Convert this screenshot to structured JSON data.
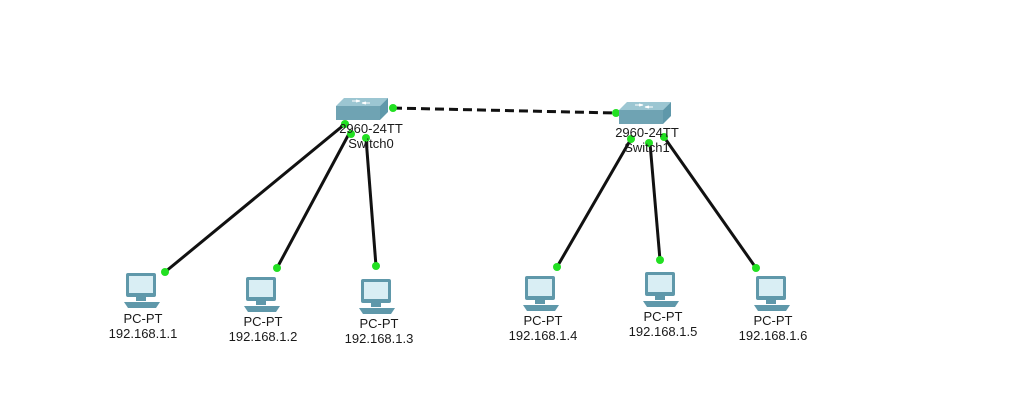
{
  "colors": {
    "link": "#111111",
    "port_up": "#22e022",
    "switch_body": "#6fa3b3",
    "switch_top": "#9cc6d2",
    "pc_body": "#5f98aa",
    "pc_screen": "#d9eef4"
  },
  "switches": [
    {
      "id": "switch0",
      "model": "2960-24TT",
      "name": "Switch0",
      "icon": "switch-icon"
    },
    {
      "id": "switch1",
      "model": "2960-24TT",
      "name": "Switch1",
      "icon": "switch-icon"
    }
  ],
  "pcs": [
    {
      "id": "pc1",
      "type": "PC-PT",
      "ip": "192.168.1.1",
      "icon": "pc-icon"
    },
    {
      "id": "pc2",
      "type": "PC-PT",
      "ip": "192.168.1.2",
      "icon": "pc-icon"
    },
    {
      "id": "pc3",
      "type": "PC-PT",
      "ip": "192.168.1.3",
      "icon": "pc-icon"
    },
    {
      "id": "pc4",
      "type": "PC-PT",
      "ip": "192.168.1.4",
      "icon": "pc-icon"
    },
    {
      "id": "pc5",
      "type": "PC-PT",
      "ip": "192.168.1.5",
      "icon": "pc-icon"
    },
    {
      "id": "pc6",
      "type": "PC-PT",
      "ip": "192.168.1.6",
      "icon": "pc-icon"
    }
  ],
  "links": [
    {
      "from": "switch0",
      "to": "switch1",
      "style": "crossover-dashed"
    },
    {
      "from": "switch0",
      "to": "pc1",
      "style": "straight"
    },
    {
      "from": "switch0",
      "to": "pc2",
      "style": "straight"
    },
    {
      "from": "switch0",
      "to": "pc3",
      "style": "straight"
    },
    {
      "from": "switch1",
      "to": "pc4",
      "style": "straight"
    },
    {
      "from": "switch1",
      "to": "pc5",
      "style": "straight"
    },
    {
      "from": "switch1",
      "to": "pc6",
      "style": "straight"
    }
  ]
}
